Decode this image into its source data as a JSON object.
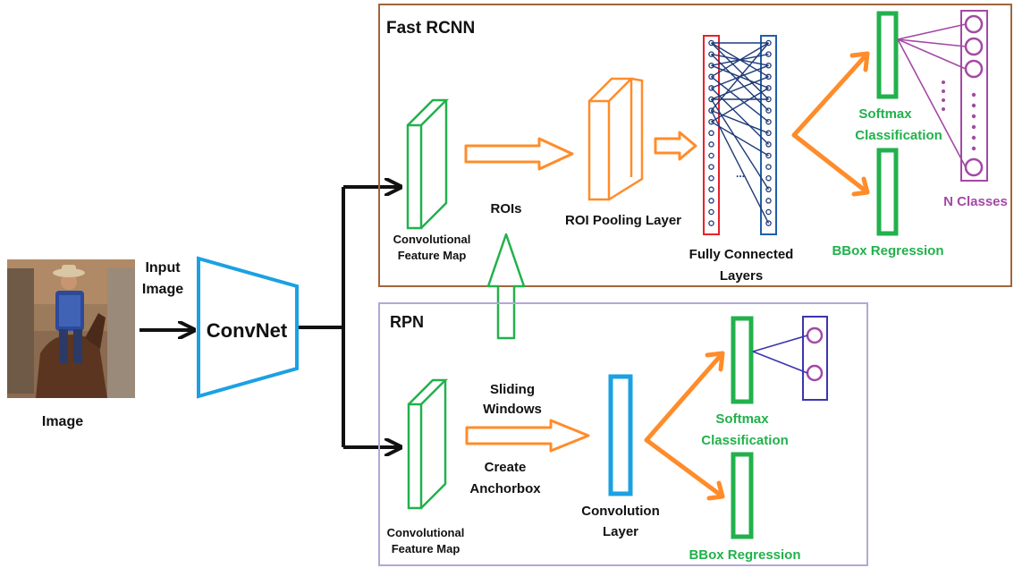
{
  "input": {
    "caption": "Image",
    "input_label_line1": "Input",
    "input_label_line2": "Image",
    "convnet_label": "ConvNet"
  },
  "fast_rcnn": {
    "title": "Fast RCNN",
    "feature_map_line1": "Convolutional",
    "feature_map_line2": "Feature Map",
    "rois_label": "ROIs",
    "roi_pooling_label": "ROI Pooling Layer",
    "fc_line1": "Fully Connected",
    "fc_line2": "Layers",
    "fc_ellipsis": "...",
    "softmax_line1": "Softmax",
    "softmax_line2": "Classification",
    "bbox_label": "BBox Regression",
    "n_classes_label": "N Classes"
  },
  "rpn": {
    "title": "RPN",
    "feature_map_line1": "Convolutional",
    "feature_map_line2": "Feature Map",
    "sliding_line1": "Sliding",
    "sliding_line2": "Windows",
    "anchor_line1": "Create",
    "anchor_line2": "Anchorbox",
    "conv_layer_line1": "Convolution",
    "conv_layer_line2": "Layer",
    "softmax_line1": "Softmax",
    "softmax_line2": "Classification",
    "bbox_label": "BBox Regression"
  },
  "colors": {
    "fast_rcnn_border": "#a0663c",
    "rpn_border": "#b4a7d6",
    "convnet": "#1ba1e2",
    "feature_map": "#22b14c",
    "flow_arrow": "#ff8c2a",
    "fc_left": "#e8202a",
    "fc_right": "#1f5fa8",
    "class_circles": "#a349a4",
    "rpn_circles_box": "#3a35b0",
    "label_green": "#22b14c",
    "label_purple": "#a349a4"
  }
}
